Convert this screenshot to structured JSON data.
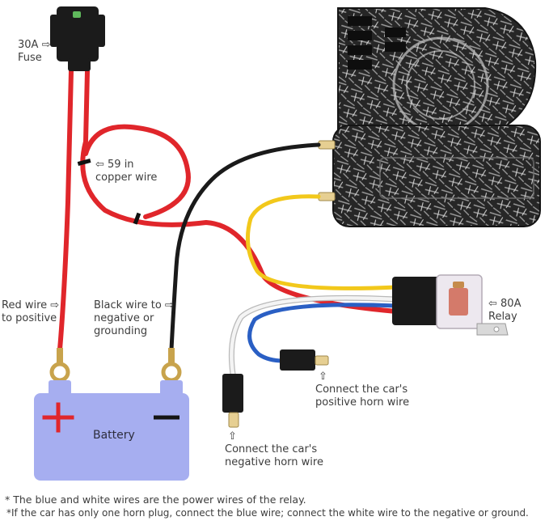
{
  "labels": {
    "fuse": "30A ⇨\nFuse",
    "copper_wire": "⇦ 59 in\ncopper wire",
    "red_wire": "Red wire ⇨\nto positive",
    "black_wire": "Black wire to ⇨\nnegative or\ngrounding",
    "relay": "⇦ 80A\nRelay",
    "positive_horn": "⇧\nConnect the car's\npositive horn wire",
    "negative_horn": "⇧\nConnect the car's\nnegative horn wire",
    "battery": "Battery"
  },
  "footnotes": [
    "* The blue and white wires are the power wires of the relay.",
    "*If the car has only one horn plug, connect the blue wire; connect the white wire to the negative or ground."
  ],
  "colors": {
    "red_wire": "#e0262b",
    "black_wire": "#1a1a1a",
    "yellow_wire": "#f2c81b",
    "blue_wire": "#2a5fc4",
    "white_wire": "#f4f4f4",
    "battery_body": "#a6aef0",
    "battery_plus": "#e0262b",
    "horn_body": "#2b2b2b"
  }
}
